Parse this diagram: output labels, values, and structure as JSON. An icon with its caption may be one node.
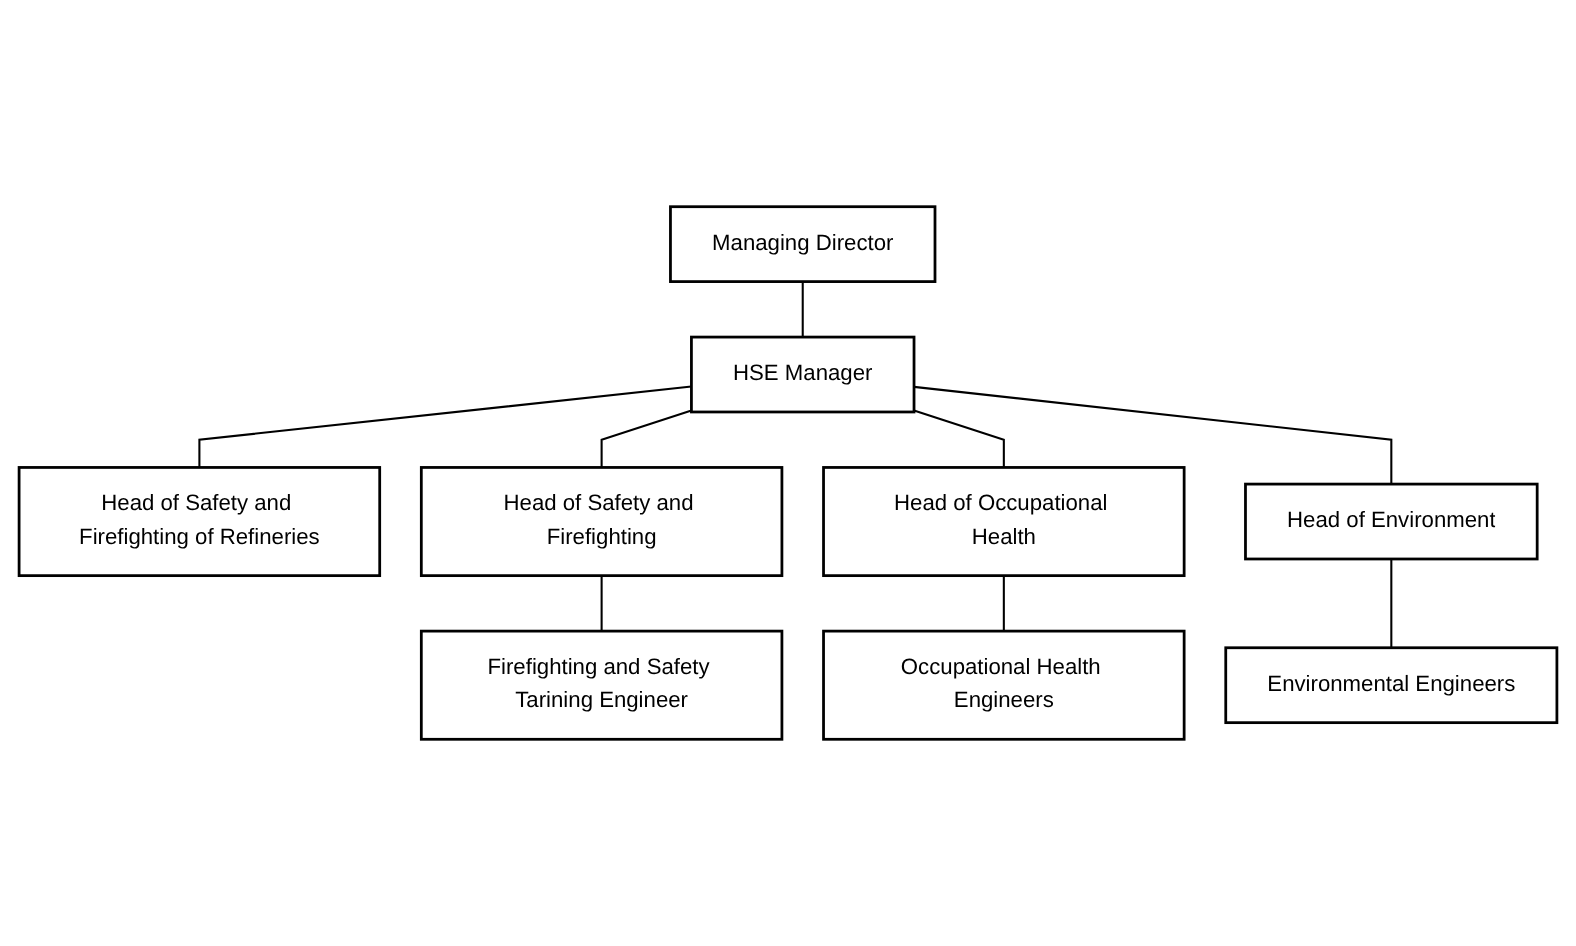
{
  "diagram": {
    "nodes": [
      {
        "text": [
          "Managing Director"
        ]
      },
      {
        "text": [
          "HSE Manager"
        ]
      },
      {
        "text": [
          "Head of Safety and Firefighting of Refineries"
        ]
      },
      {
        "text": [
          "Head of Safety and Firefighting"
        ]
      },
      {
        "text": [
          "Head of Occupational Health"
        ]
      },
      {
        "text": [
          "Head of Environment"
        ]
      },
      {
        "text": [
          "Firefighting and Safety Tarining Engineer"
        ]
      },
      {
        "text": [
          "Occupational Health Engineers"
        ]
      },
      {
        "text": [
          "Environmental Engineers"
        ]
      }
    ],
    "edges": [
      {
        "from": 0,
        "to": 1,
        "arrow": "none"
      },
      {
        "from": 1,
        "to": 2,
        "arrow": "none"
      },
      {
        "from": 1,
        "to": 3,
        "arrow": "none"
      },
      {
        "from": 1,
        "to": 4,
        "arrow": "none"
      },
      {
        "from": 1,
        "to": 5,
        "arrow": "none"
      },
      {
        "from": 3,
        "to": 6,
        "arrow": "none"
      },
      {
        "from": 4,
        "to": 7,
        "arrow": "none"
      },
      {
        "from": 5,
        "to": 8,
        "arrow": "none"
      }
    ]
  }
}
